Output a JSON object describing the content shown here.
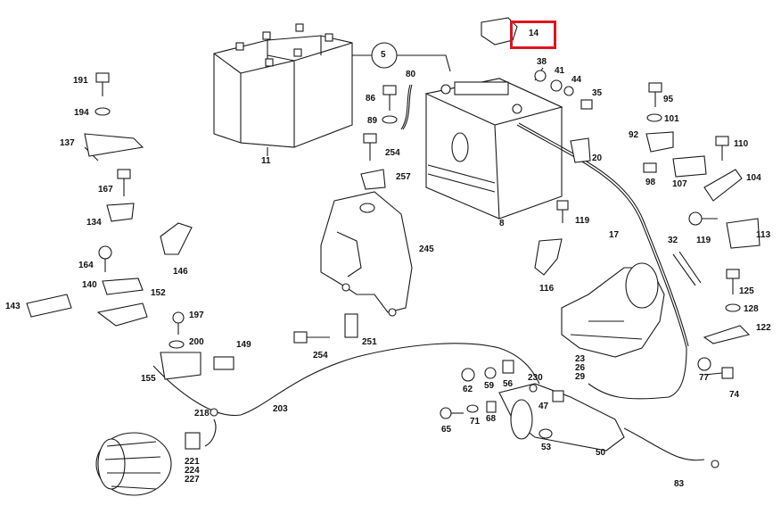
{
  "diagram": {
    "highlight_color": "#e0141e",
    "highlighted_label": "14",
    "labels": {
      "l5": "5",
      "l11": "11",
      "l14": "14",
      "l8": "8",
      "l80": "80",
      "l86": "86",
      "l89": "89",
      "l254a": "254",
      "l257": "257",
      "l38": "38",
      "l41": "41",
      "l44": "44",
      "l35": "35",
      "l20": "20",
      "l95": "95",
      "l101": "101",
      "l92": "92",
      "l110": "110",
      "l98": "98",
      "l107": "107",
      "l104": "104",
      "l119a": "119",
      "l119b": "119",
      "l17": "17",
      "l32": "32",
      "l113": "113",
      "l116": "116",
      "l125": "125",
      "l128": "128",
      "l122": "122",
      "l77": "77",
      "l74": "74",
      "l191": "191",
      "l194": "194",
      "l137": "137",
      "l167": "167",
      "l134": "134",
      "l146": "146",
      "l164": "164",
      "l140": "140",
      "l152": "152",
      "l143": "143",
      "l245": "245",
      "l197": "197",
      "l200": "200",
      "l149": "149",
      "l251": "251",
      "l254b": "254",
      "l155": "155",
      "l230": "230",
      "l23": "23",
      "l26": "26",
      "l29": "29",
      "l62": "62",
      "l59": "59",
      "l56": "56",
      "l47": "47",
      "l65": "65",
      "l71": "71",
      "l68": "68",
      "l53": "53",
      "l50": "50",
      "l218": "218",
      "l203": "203",
      "l221": "221",
      "l224": "224",
      "l227": "227",
      "l83": "83"
    }
  }
}
